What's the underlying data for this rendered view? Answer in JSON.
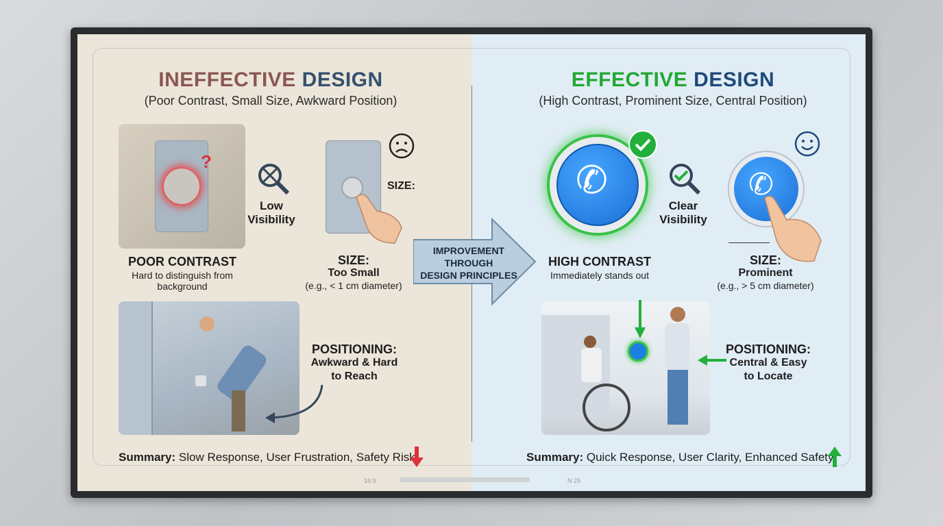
{
  "left": {
    "title_a": "INEFFECTIVE",
    "title_b": "DESIGN",
    "subtitle": "(Poor Contrast, Small Size, Awkward Position)",
    "visibility_label_1": "Low",
    "visibility_label_2": "Visibility",
    "size_marker": "SIZE:",
    "contrast_heading": "POOR CONTRAST",
    "contrast_desc_1": "Hard to distinguish from",
    "contrast_desc_2": "background",
    "size_heading": "SIZE:",
    "size_value": "Too Small",
    "size_note": "(e.g., < 1 cm diameter)",
    "positioning_heading": "POSITIONING:",
    "positioning_1": "Awkward & Hard",
    "positioning_2": "to Reach",
    "summary_label": "Summary:",
    "summary_text": "Slow Response, User Frustration, Safety Risk",
    "arrow_color": "#e0313a"
  },
  "center_arrow": {
    "line1": "IMPROVEMENT",
    "line2": "THROUGH",
    "line3": "DESIGN PRINCIPLES"
  },
  "right": {
    "title_a": "EFFECTIVE",
    "title_b": "DESIGN",
    "subtitle": "(High Contrast, Prominent Size, Central Position)",
    "visibility_label_1": "Clear",
    "visibility_label_2": "Visibility",
    "contrast_heading": "HIGH CONTRAST",
    "contrast_desc": "Immediately stands out",
    "size_heading": "SIZE:",
    "size_value": "Prominent",
    "size_note": "(e.g., > 5 cm diameter)",
    "positioning_heading": "POSITIONING:",
    "positioning_1": "Central & Easy",
    "positioning_2": "to Locate",
    "summary_label": "Summary:",
    "summary_text": "Quick Response, User Clarity, Enhanced Safety",
    "arrow_color": "#1fa33a"
  },
  "footer": {
    "aspect": "16:9",
    "code": "N 29"
  },
  "colors": {
    "ineffective": "#8b5752",
    "design": "#34506e",
    "effective": "#22a834",
    "button_blue": "#1d7fe0"
  }
}
